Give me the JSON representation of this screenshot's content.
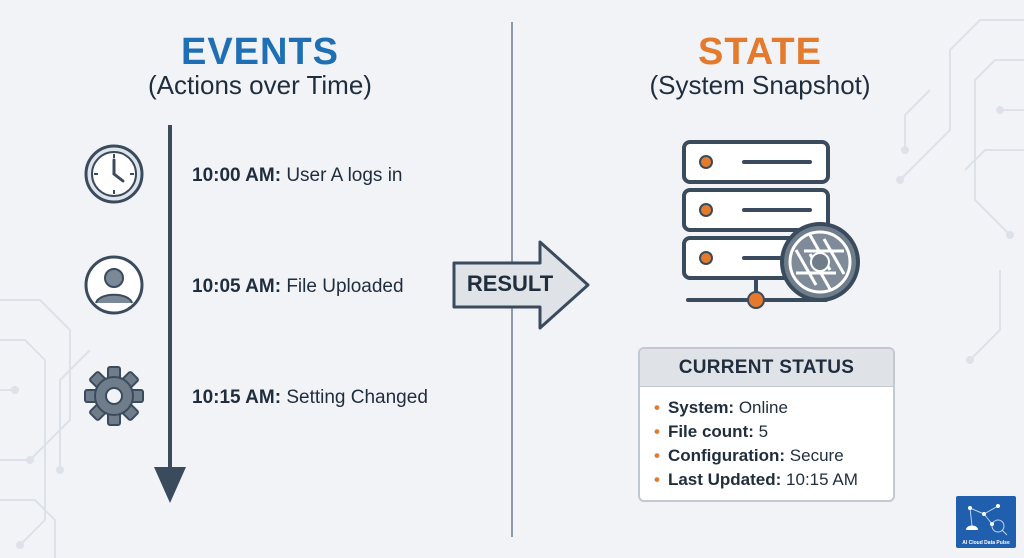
{
  "events": {
    "title": "EVENTS",
    "subtitle": "(Actions over Time)",
    "items": [
      {
        "time": "10:00 AM:",
        "text": "User A logs in",
        "icon": "clock-icon"
      },
      {
        "time": "10:05 AM:",
        "text": "File Uploaded",
        "icon": "user-icon"
      },
      {
        "time": "10:15 AM:",
        "text": "Setting Changed",
        "icon": "gear-icon"
      }
    ]
  },
  "arrow": {
    "label": "RESULT"
  },
  "state": {
    "title": "STATE",
    "subtitle": "(System Snapshot)",
    "icon": "server-icon",
    "status": {
      "header": "CURRENT STATUS",
      "items": [
        {
          "key": "System:",
          "value": "Online"
        },
        {
          "key": "File count:",
          "value": "5"
        },
        {
          "key": "Configuration:",
          "value": "Secure"
        },
        {
          "key": "Last Updated:",
          "value": "10:15 AM"
        }
      ]
    }
  },
  "brand": {
    "text": "AI Cloud Data Pulse"
  },
  "colors": {
    "events_blue": "#1f6fb5",
    "state_orange": "#e37a2c",
    "dark_slate": "#3b4b5e",
    "icon_gray": "#6f7c8a"
  }
}
